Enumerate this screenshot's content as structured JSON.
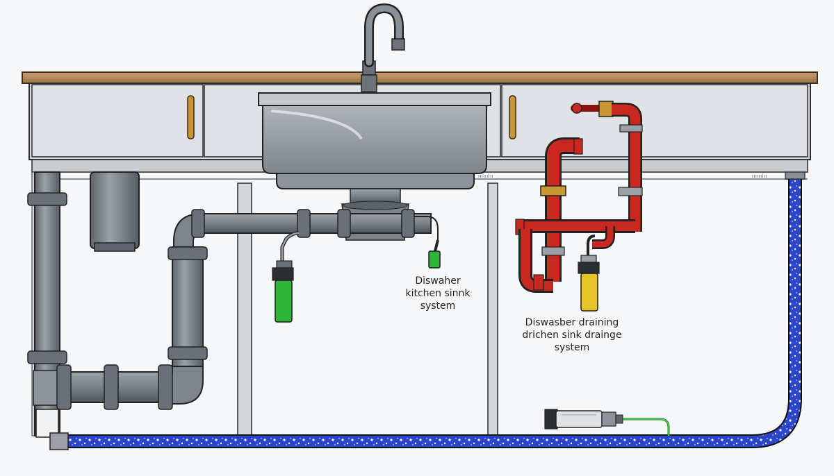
{
  "labels": {
    "dishwasher_kitchen": [
      "Diswaher",
      "kitchen sinnk",
      "system"
    ],
    "dishwasher_draining": [
      "Diswasber draining",
      "drichen sink drainge",
      "system"
    ]
  },
  "stamps": [
    "ıııııılıı",
    "ıııııılıı"
  ],
  "colors": {
    "countertop": "#b8895a",
    "cabinet": "#d9dde2",
    "sink_basin": "#9aa0a7",
    "drain_pipe": "#7d838a",
    "supply_pipe": "#c8281f",
    "flexible_hose": "#2b46c9",
    "green_filter": "#2fb53a",
    "yellow_filter": "#e6c42a",
    "brass_fitting": "#c99635"
  },
  "icons": [
    "faucet-icon",
    "drawer-handle-icon",
    "disposal-unit-icon",
    "filter-cartridge-icon",
    "shutoff-valve-icon",
    "water-sensor-icon"
  ]
}
